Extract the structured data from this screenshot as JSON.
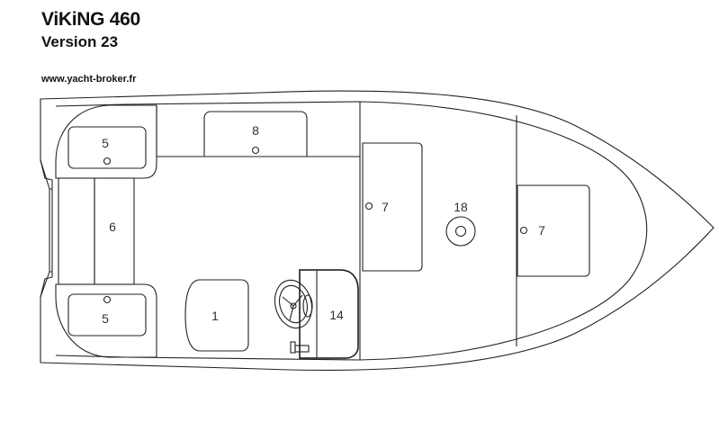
{
  "header": {
    "title": "ViKiNG 460",
    "subtitle": "Version 23",
    "website": "www.yacht-broker.fr"
  },
  "plan": {
    "labels": {
      "seat_port_aft": "5",
      "seat_starboard_aft": "5",
      "bench_aft": "6",
      "locker_side": "8",
      "locker_mid": "7",
      "locker_bow": "7",
      "fishing_seat_base": "18",
      "seat_front": "1",
      "console": "14"
    }
  },
  "colors": {
    "line": "#222222",
    "label": "#333333",
    "background": "#ffffff"
  }
}
